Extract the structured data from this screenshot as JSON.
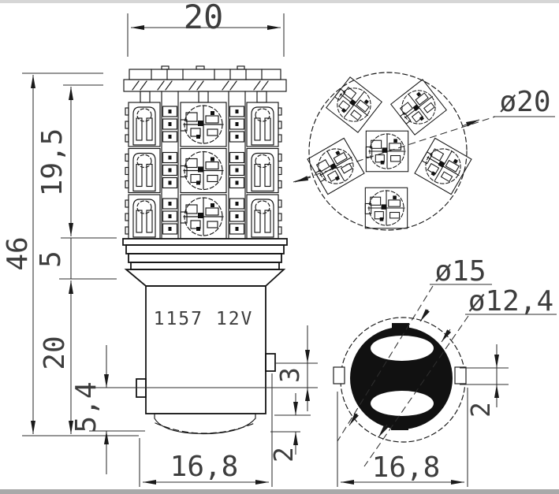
{
  "drawing": {
    "side_view": {
      "top_width": "20",
      "overall_height": "46",
      "led_section_height": "19,5",
      "collar_height": "5",
      "base_height": "20",
      "pin_to_tip_height": "5,4",
      "pin_offset": "3",
      "contact_tip_height": "2",
      "base_width": "16,8",
      "marking": "1157 12V"
    },
    "top_view": {
      "diameter": "ø20"
    },
    "bottom_view": {
      "outer_diameter": "ø15",
      "inner_diameter": "ø12,4",
      "width_across_pins": "16,8",
      "pin_width": "2"
    }
  }
}
